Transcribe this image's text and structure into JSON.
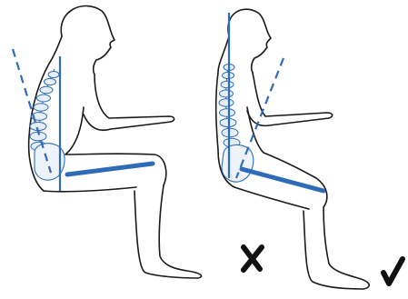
{
  "figure": {
    "accent_color": "#2f6cb8",
    "ink_color": "#1a1a1a",
    "panels": [
      {
        "posture": "slouched",
        "mark_icon": "cross-mark-icon",
        "mark_meaning": "incorrect"
      },
      {
        "posture": "upright",
        "mark_icon": "check-mark-icon",
        "mark_meaning": "correct"
      }
    ]
  }
}
